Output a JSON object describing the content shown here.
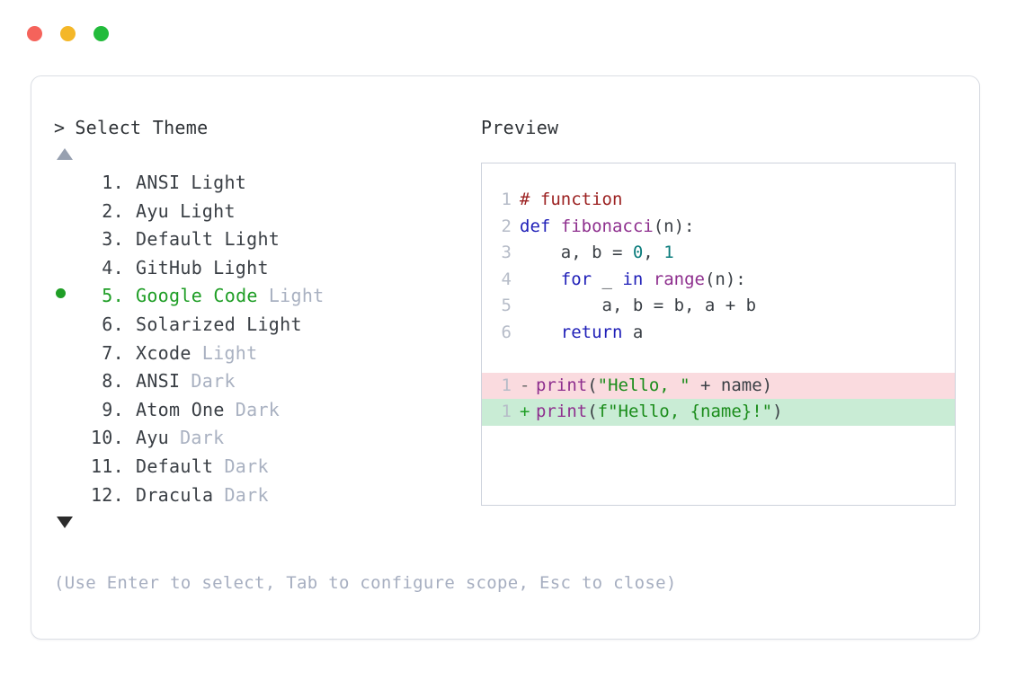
{
  "window": {
    "traffic_lights": [
      {
        "name": "close",
        "color": "#f5635b"
      },
      {
        "name": "minimize",
        "color": "#f4b728"
      },
      {
        "name": "maximize",
        "color": "#22bb3b"
      }
    ]
  },
  "prompt": {
    "caret": ">",
    "title": "Select Theme"
  },
  "scroll": {
    "up_icon": "triangle-up",
    "down_icon": "triangle-down"
  },
  "themes": [
    {
      "index": " 1.",
      "name": "ANSI",
      "variant": "Light",
      "selected": false,
      "variant_muted": false
    },
    {
      "index": " 2.",
      "name": "Ayu",
      "variant": "Light",
      "selected": false,
      "variant_muted": false
    },
    {
      "index": " 3.",
      "name": "Default",
      "variant": "Light",
      "selected": false,
      "variant_muted": false
    },
    {
      "index": " 4.",
      "name": "GitHub",
      "variant": "Light",
      "selected": false,
      "variant_muted": false
    },
    {
      "index": " 5.",
      "name": "Google Code",
      "variant": "Light",
      "selected": true,
      "variant_muted": true
    },
    {
      "index": " 6.",
      "name": "Solarized",
      "variant": "Light",
      "selected": false,
      "variant_muted": false
    },
    {
      "index": " 7.",
      "name": "Xcode",
      "variant": "Light",
      "selected": false,
      "variant_muted": true
    },
    {
      "index": " 8.",
      "name": "ANSI",
      "variant": "Dark",
      "selected": false,
      "variant_muted": true
    },
    {
      "index": " 9.",
      "name": "Atom One",
      "variant": "Dark",
      "selected": false,
      "variant_muted": true
    },
    {
      "index": "10.",
      "name": "Ayu",
      "variant": "Dark",
      "selected": false,
      "variant_muted": true
    },
    {
      "index": "11.",
      "name": "Default",
      "variant": "Dark",
      "selected": false,
      "variant_muted": true
    },
    {
      "index": "12.",
      "name": "Dracula",
      "variant": "Dark",
      "selected": false,
      "variant_muted": true
    }
  ],
  "hint": "(Use Enter to select, Tab to configure scope, Esc to close)",
  "preview": {
    "label": "Preview",
    "code_lines": [
      {
        "no": "1",
        "tokens": [
          {
            "t": "# function",
            "c": "comment"
          }
        ]
      },
      {
        "no": "2",
        "tokens": [
          {
            "t": "def ",
            "c": "keyword"
          },
          {
            "t": "fibonacci",
            "c": "func"
          },
          {
            "t": "(n):",
            "c": "punct"
          }
        ]
      },
      {
        "no": "3",
        "tokens": [
          {
            "t": "    a, b = ",
            "c": "plain"
          },
          {
            "t": "0",
            "c": "number"
          },
          {
            "t": ", ",
            "c": "plain"
          },
          {
            "t": "1",
            "c": "number"
          }
        ]
      },
      {
        "no": "4",
        "tokens": [
          {
            "t": "    ",
            "c": "plain"
          },
          {
            "t": "for",
            "c": "keyword"
          },
          {
            "t": " _ ",
            "c": "plain"
          },
          {
            "t": "in",
            "c": "keyword"
          },
          {
            "t": " ",
            "c": "plain"
          },
          {
            "t": "range",
            "c": "func"
          },
          {
            "t": "(n):",
            "c": "punct"
          }
        ]
      },
      {
        "no": "5",
        "tokens": [
          {
            "t": "        a, b = b, a + b",
            "c": "plain"
          }
        ]
      },
      {
        "no": "6",
        "tokens": [
          {
            "t": "    ",
            "c": "plain"
          },
          {
            "t": "return",
            "c": "keyword"
          },
          {
            "t": " a",
            "c": "plain"
          }
        ]
      }
    ],
    "diff_lines": [
      {
        "no": "1",
        "sign": "-",
        "kind": "del",
        "tokens": [
          {
            "t": "print",
            "c": "func"
          },
          {
            "t": "(",
            "c": "punct"
          },
          {
            "t": "\"Hello, \"",
            "c": "string"
          },
          {
            "t": " + name)",
            "c": "plain"
          }
        ]
      },
      {
        "no": "1",
        "sign": "+",
        "kind": "add",
        "tokens": [
          {
            "t": "print",
            "c": "func"
          },
          {
            "t": "(",
            "c": "punct"
          },
          {
            "t": "f\"Hello, {name}!\"",
            "c": "string"
          },
          {
            "t": ")",
            "c": "punct"
          }
        ]
      }
    ]
  },
  "colors": {
    "accent_green": "#1f9e26",
    "muted": "#a9b1c1",
    "card_border": "#dcdfe5",
    "preview_border": "#cdd2dc",
    "diff_del_bg": "#fadbdf",
    "diff_add_bg": "#c9ecd5"
  }
}
